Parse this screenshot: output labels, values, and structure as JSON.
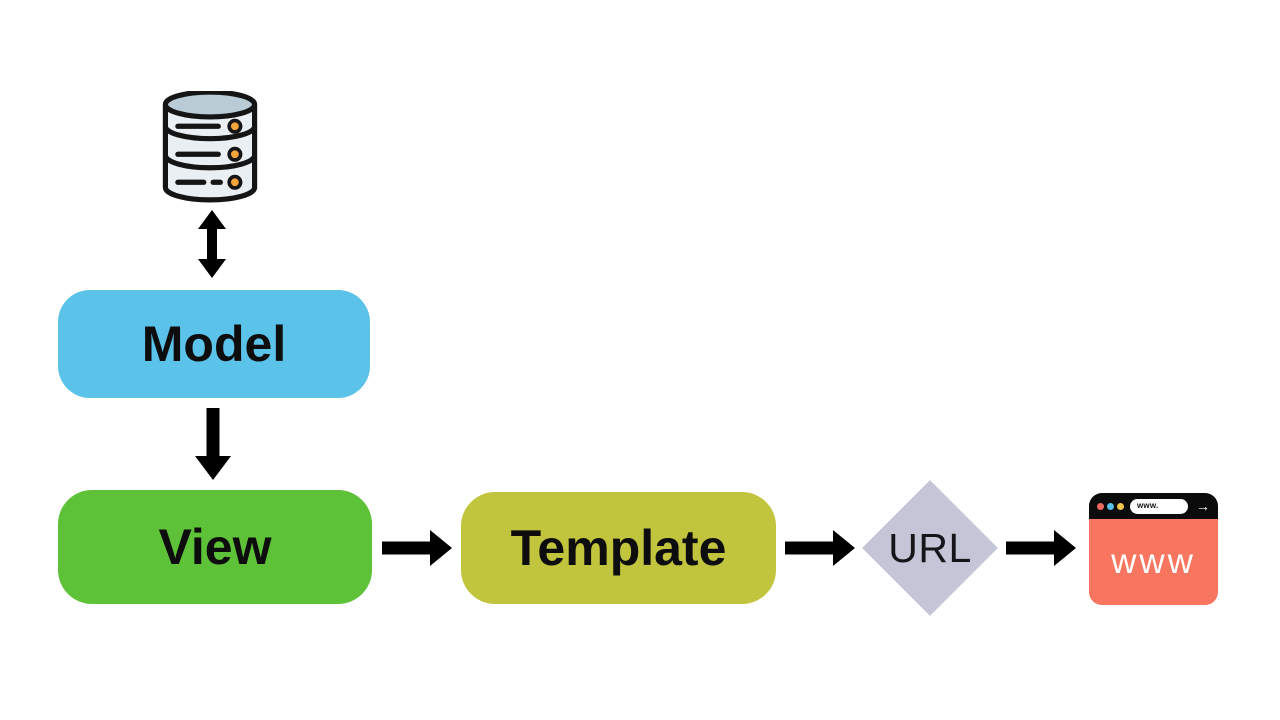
{
  "diagram": {
    "background": "#ffffff",
    "arrow_color": "#000000",
    "nodes": {
      "model": {
        "label": "Model",
        "color": "#5bc2ea",
        "shape": "rounded-rect"
      },
      "view": {
        "label": "View",
        "color": "#5ec239",
        "shape": "rounded-rect"
      },
      "template": {
        "label": "Template",
        "color": "#c1c43d",
        "shape": "rounded-rect"
      },
      "url": {
        "label": "URL",
        "color": "#c5c5d8",
        "shape": "diamond"
      },
      "browser": {
        "label": "www",
        "color": "#f8755f",
        "shape": "browser-window"
      }
    },
    "edges": [
      {
        "from": "database",
        "to": "model",
        "direction": "both"
      },
      {
        "from": "model",
        "to": "view",
        "direction": "down"
      },
      {
        "from": "view",
        "to": "template",
        "direction": "right"
      },
      {
        "from": "template",
        "to": "url",
        "direction": "right"
      },
      {
        "from": "url",
        "to": "browser",
        "direction": "right"
      }
    ],
    "icons": {
      "database": {
        "name": "database-icon",
        "outline_color": "#151515",
        "body_color": "#e9eff2",
        "top_color": "#b9ccd5",
        "dot_color": "#f5a33b"
      },
      "browser": {
        "name": "browser-window-icon",
        "titlebar_color": "#0b0b0b",
        "dot_colors": [
          "#ee6a5f",
          "#56c0e8",
          "#f3c64b"
        ],
        "address_text": "www.",
        "go_arrow_glyph": "→"
      }
    }
  }
}
